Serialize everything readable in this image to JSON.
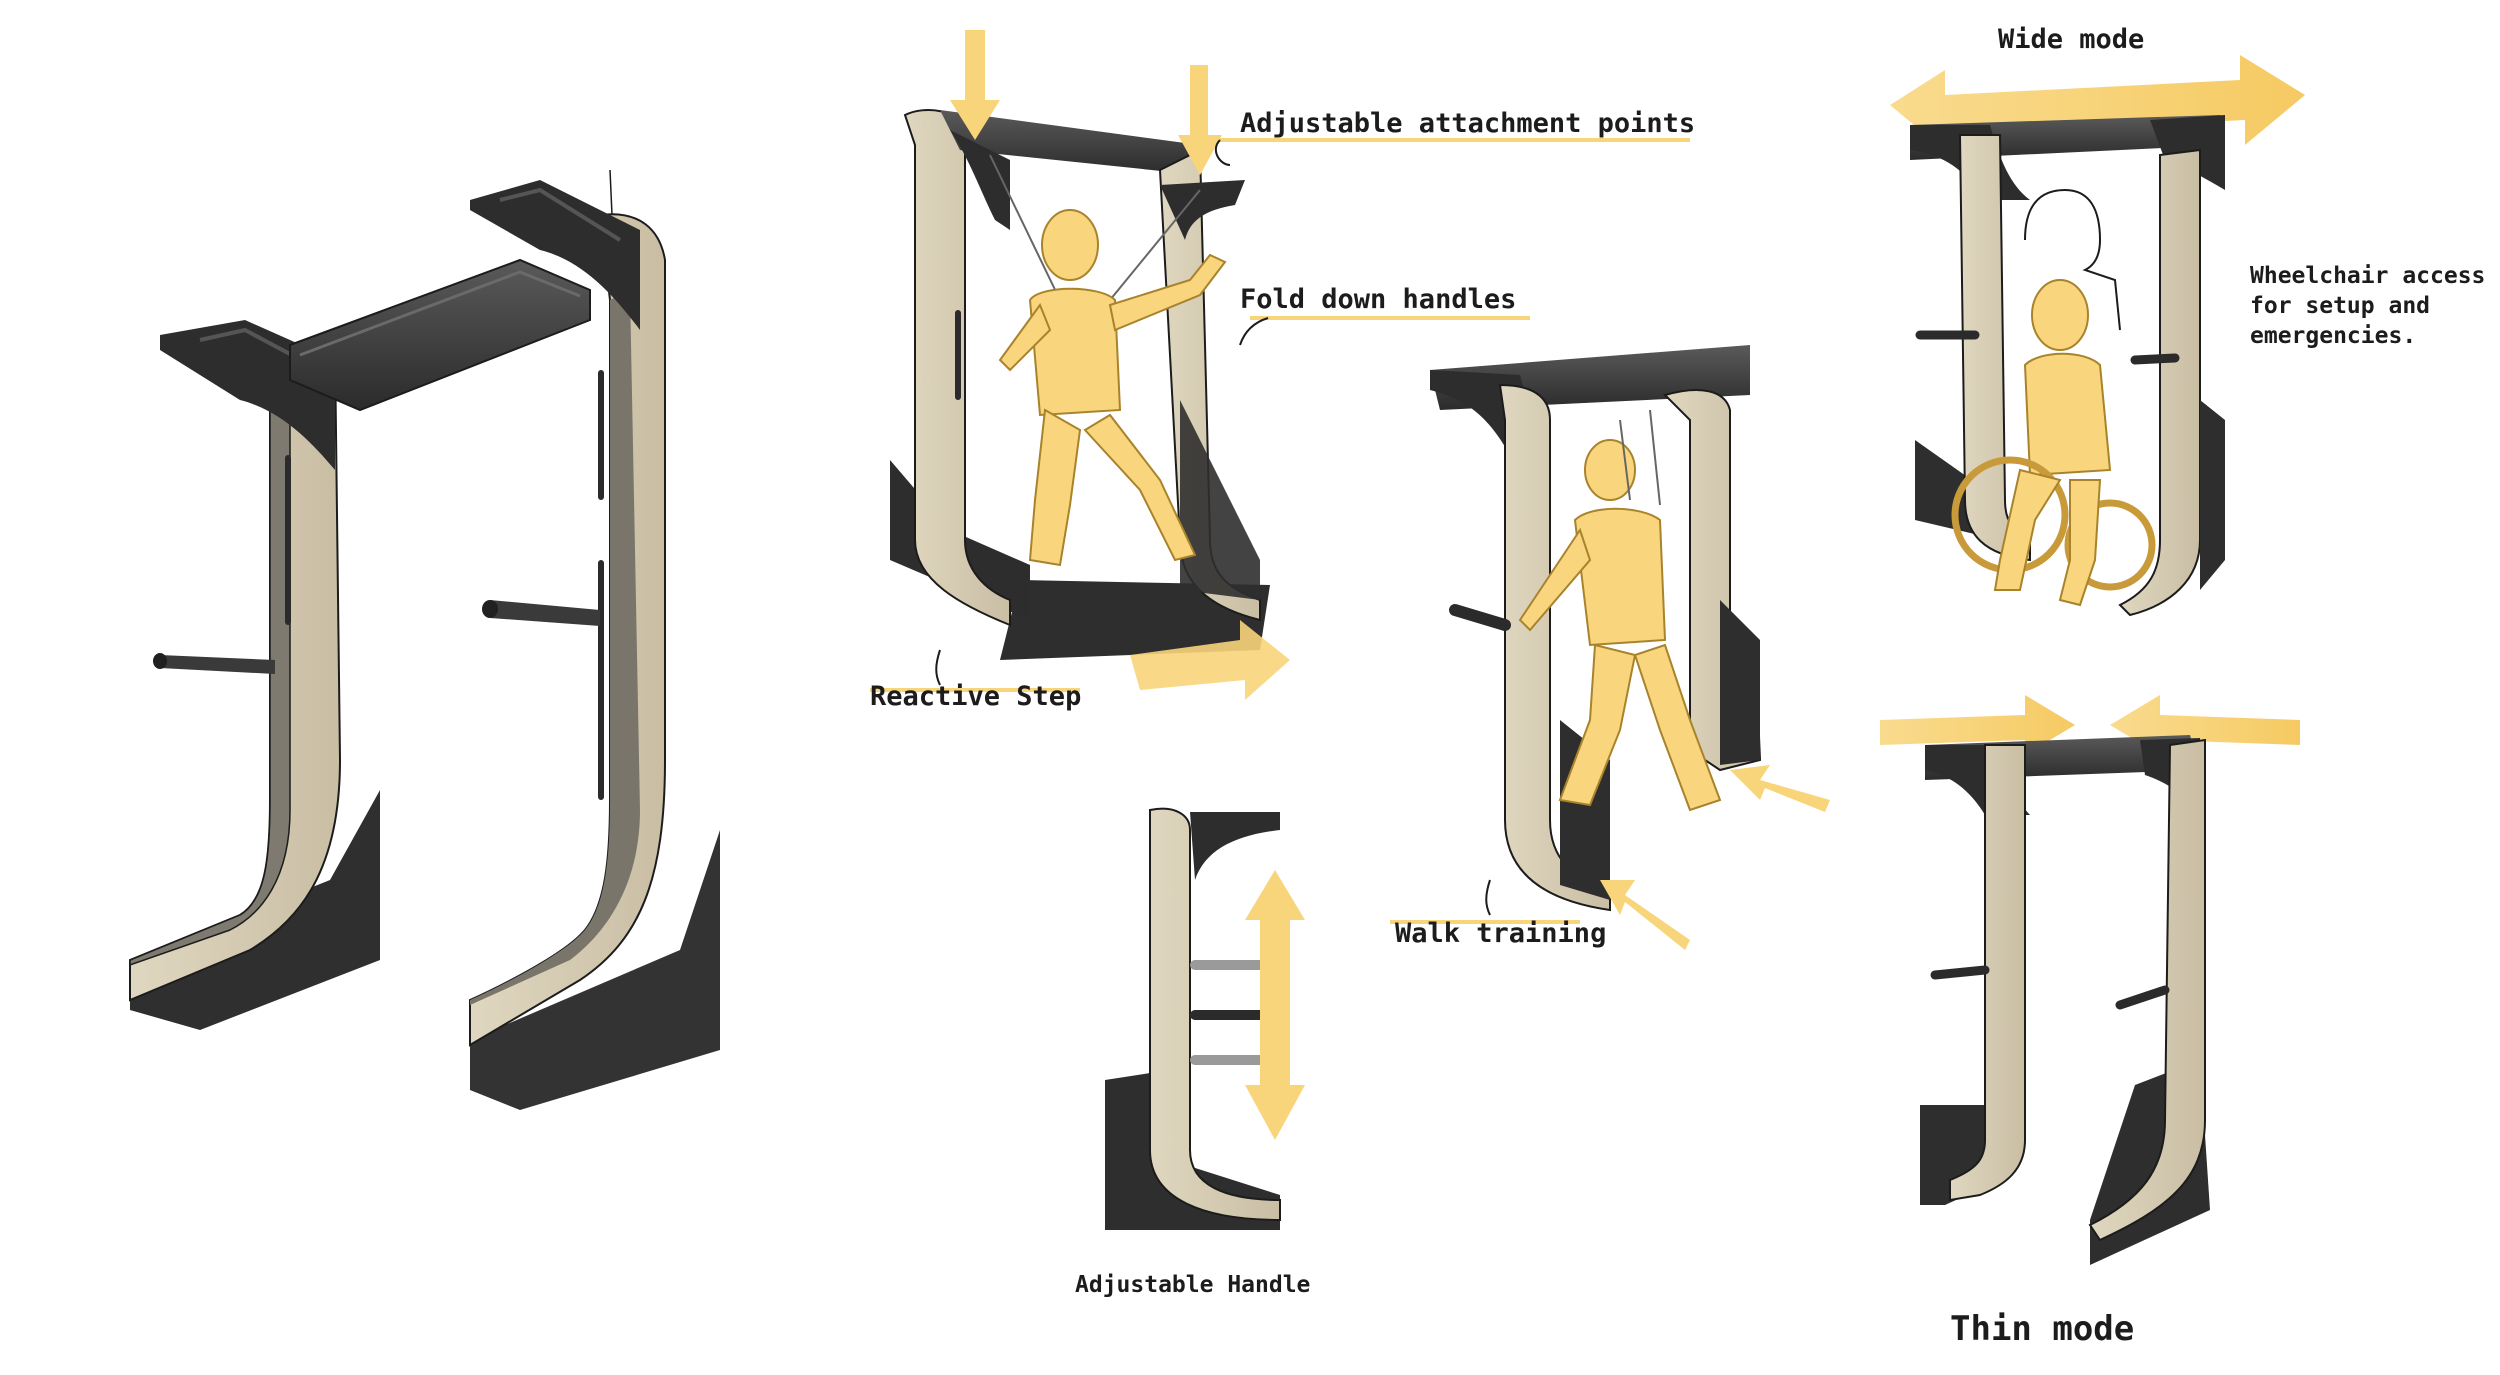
{
  "labels": {
    "adjustable_attachment_points": "Adjustable attachment points",
    "fold_down_handles": "Fold down handles",
    "reactive_step": "Reactive Step",
    "walk_training": "Walk training",
    "adjustable_handle": "Adjustable Handle",
    "wide_mode": "Wide mode",
    "wheelchair_access": [
      "Wheelchair access",
      "for setup and",
      "emergencies."
    ],
    "thin_mode": "Thin mode"
  },
  "colors": {
    "frame_dark": "#3c3c3c",
    "frame_darker": "#2a2a2a",
    "panel_beige": "#d5cbb3",
    "panel_grey": "#8a857b",
    "accent_yellow": "#f8d57a",
    "figure_yellow": "#f9d57e",
    "ink": "#1c1c1c"
  }
}
